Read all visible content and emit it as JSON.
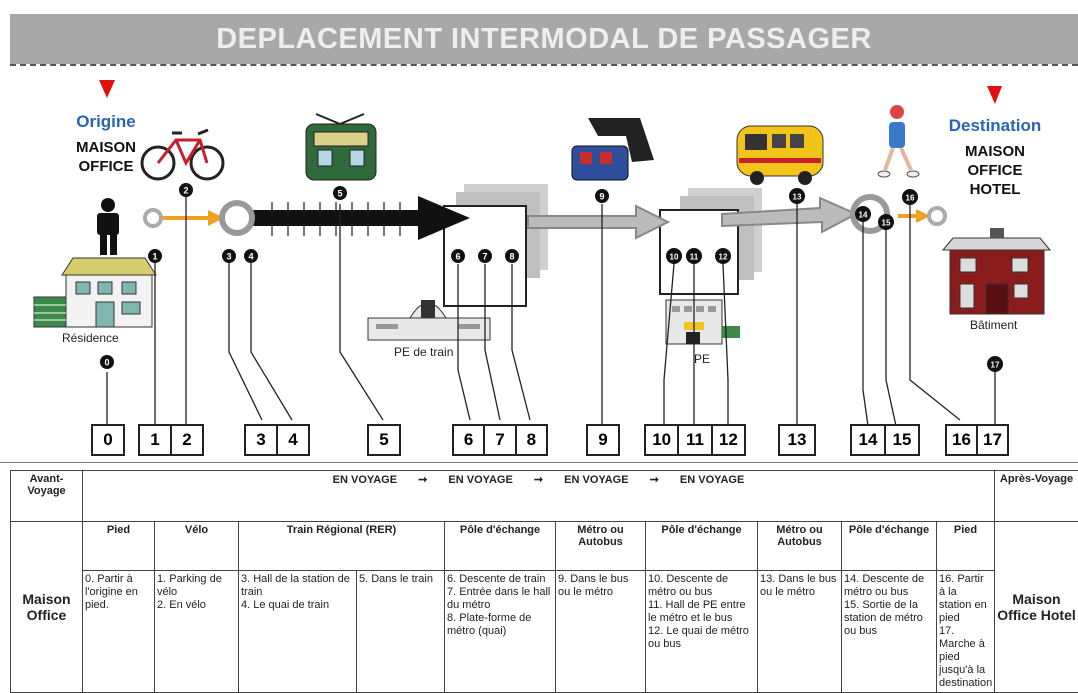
{
  "title": "DEPLACEMENT INTERMODAL DE PASSAGER",
  "origin": {
    "title": "Origine",
    "lines": [
      "MAISON",
      "OFFICE"
    ]
  },
  "destination": {
    "title": "Destination",
    "lines": [
      "MAISON",
      "OFFICE",
      "HOTEL"
    ]
  },
  "captions": {
    "residence": "Résidence",
    "train_station": "PE de train",
    "pe": "PE",
    "building": "Bâtiment"
  },
  "icons": [
    "person-icon",
    "house-icon",
    "bicycle-icon",
    "train-icon",
    "cable-car-icon",
    "bus-icon",
    "walker-icon",
    "hotel-icon",
    "train-station-icon",
    "office-building-icon"
  ],
  "markers": [
    "0",
    "1",
    "2",
    "3",
    "4",
    "5",
    "6",
    "7",
    "8",
    "9",
    "10",
    "11",
    "12",
    "13",
    "14",
    "15",
    "16",
    "17"
  ],
  "number_boxes": [
    [
      "0"
    ],
    [
      "1",
      "2"
    ],
    [
      "3",
      "4"
    ],
    [
      "5"
    ],
    [
      "6",
      "7",
      "8"
    ],
    [
      "9"
    ],
    [
      "10",
      "11",
      "12"
    ],
    [
      "13"
    ],
    [
      "14",
      "15"
    ],
    [
      "16",
      "17"
    ]
  ],
  "table": {
    "avant": "Avant-Voyage",
    "apres": "Après-Voyage",
    "en_voyage": "EN VOYAGE",
    "arrow": "➞",
    "modes": [
      "Pied",
      "Vélo",
      "Train Régional (RER)",
      "Pôle d'échange",
      "Métro ou Autobus",
      "Pôle d'échange",
      "Métro ou Autobus",
      "Pôle d'échange",
      "Pied"
    ],
    "start": "Maison Office",
    "end": "Maison Office Hotel",
    "steps": [
      [
        "0. Partir à l'origine en pied."
      ],
      [
        "1. Parking de vélo",
        "2. En vélo"
      ],
      [
        "3. Hall de la station de train",
        "4. Le quai de train"
      ],
      [
        "5. Dans le train"
      ],
      [
        "6. Descente de train",
        "7. Entrée dans le hall du métro",
        "8. Plate-forme de métro (quai)"
      ],
      [
        "9. Dans le bus ou le métro"
      ],
      [
        "10. Descente de métro ou bus",
        "11. Hall de PE entre le métro et le bus",
        "12. Le quai de métro ou bus"
      ],
      [
        "13. Dans le bus ou le métro"
      ],
      [
        "14. Descente de métro ou bus",
        "15. Sortie de la station de métro ou bus"
      ],
      [
        "16. Partir à la station en pied",
        "17. Marche à pied jusqu'à la destination"
      ]
    ]
  },
  "colors": {
    "banner": "#a8a8a8",
    "accent_blue": "#2b63b6",
    "marker_red": "#e01010",
    "walk_arrow": "#f0a020"
  }
}
